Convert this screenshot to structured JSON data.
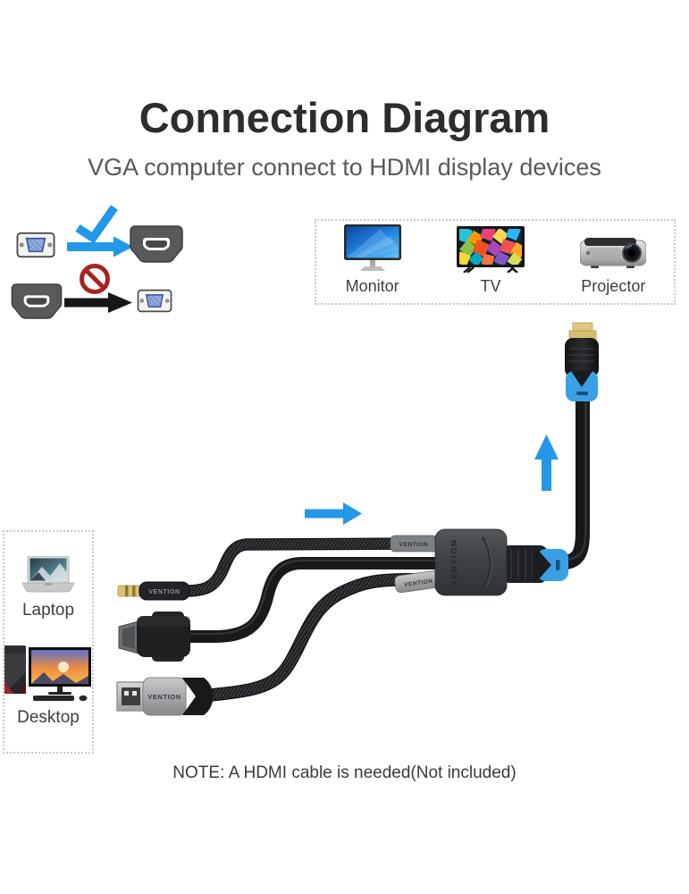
{
  "page": {
    "title": "Connection Diagram",
    "subtitle": "VGA computer connect to HDMI display devices",
    "note": "NOTE: A HDMI cable is needed(Not included)"
  },
  "brand": "VENTION",
  "compatibility": {
    "allowed": {
      "from_icon": "vga-port-icon",
      "to_icon": "hdmi-port-icon",
      "result": "allowed",
      "marker_icon": "check-icon"
    },
    "not_allowed": {
      "from_icon": "hdmi-port-icon",
      "to_icon": "vga-port-icon",
      "result": "not-allowed",
      "marker_icon": "prohibited-icon"
    }
  },
  "display_devices": {
    "items": [
      {
        "label": "Monitor",
        "icon": "monitor-icon"
      },
      {
        "label": "TV",
        "icon": "tv-icon"
      },
      {
        "label": "Projector",
        "icon": "projector-icon"
      }
    ]
  },
  "source_devices": {
    "items": [
      {
        "label": "Laptop",
        "icon": "laptop-icon"
      },
      {
        "label": "Desktop",
        "icon": "desktop-icon"
      }
    ]
  },
  "colors": {
    "accent_blue": "#2397e8",
    "prohibit_red": "#a8231f",
    "hdmi_gold": "#dcc87e",
    "connector_blue": "#3aa0e6",
    "cable_black": "#1a1b1d",
    "adapter_gray": "#404346",
    "title_text": "#2d2d2d",
    "subtitle_text": "#595959",
    "label_text": "#3e3e3e",
    "box_border": "#c9c9c9"
  }
}
